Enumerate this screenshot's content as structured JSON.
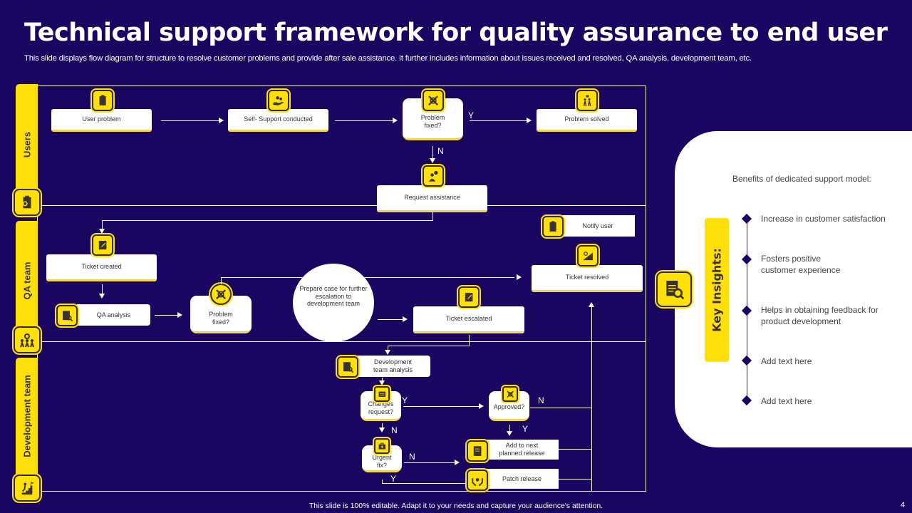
{
  "header": {
    "title": "Technical support framework for quality assurance to end user",
    "subtitle": "This slide displays flow diagram for structure to resolve customer problems and provide after sale assistance. It further includes information about issues received and resolved, QA analysis, development team, etc."
  },
  "colors": {
    "background": "#1a0660",
    "accent": "#ffe00a",
    "box": "#ffffff",
    "text_dark": "#333333"
  },
  "lanes": [
    {
      "label": "Users",
      "icon": "user-search-clipboard-icon"
    },
    {
      "label": "QA team",
      "icon": "team-gear-icon"
    },
    {
      "label": "Development team",
      "icon": "climb-stairs-icon"
    }
  ],
  "nodes": {
    "user_problem": "User problem",
    "self_support": "Self- Support conducted",
    "problem_fixed_users": "Problem\nfixed?",
    "problem_solved": "Problem solved",
    "request_assistance": "Request assistance",
    "ticket_created": "Ticket created",
    "qa_analysis": "QA analysis",
    "problem_fixed_qa": "Problem\nfixed?",
    "prepare_case": "Prepare case for further escalation to development team",
    "ticket_escalated": "Ticket escalated",
    "notify_user": "Notify user",
    "ticket_resolved": "Ticket resolved",
    "dev_analysis": "Development\nteam analysis",
    "changes_request": "Changes\nrequest?",
    "approved": "Approved?",
    "urgent_fix": "Urgent\nfix?",
    "add_next_release": "Add to next\nplanned release",
    "patch_release": "Patch release"
  },
  "labels": {
    "yes": "Y",
    "no": "N"
  },
  "insights": {
    "title": "Key Insights:",
    "heading": "Benefits of dedicated support model:",
    "items": [
      "Increase in customer satisfaction",
      "Fosters positive\ncustomer experience",
      "Helps in obtaining feedback for\nproduct development",
      "Add text here",
      "Add text here"
    ]
  },
  "footer": {
    "text": "This slide is 100% editable. Adapt it to your needs and capture your audience's attention.",
    "page": "4"
  }
}
